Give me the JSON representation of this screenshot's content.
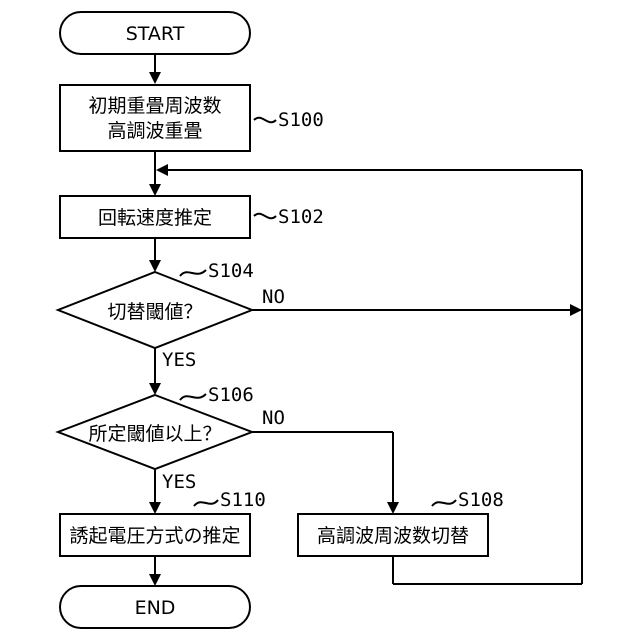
{
  "diagram": {
    "start": "START",
    "end": "END",
    "steps": {
      "s100": {
        "line1": "初期重畳周波数",
        "line2": "高調波重畳",
        "label": "S100"
      },
      "s102": {
        "text": "回転速度推定",
        "label": "S102"
      },
      "s104": {
        "text": "切替閾値？",
        "label": "S104",
        "yes": "YES",
        "no": "NO"
      },
      "s106": {
        "text": "所定閾値以上？",
        "label": "S106",
        "yes": "YES",
        "no": "NO"
      },
      "s108": {
        "text": "高調波周波数切替",
        "label": "S108"
      },
      "s110": {
        "text": "誘起電圧方式の推定",
        "label": "S110"
      }
    }
  }
}
